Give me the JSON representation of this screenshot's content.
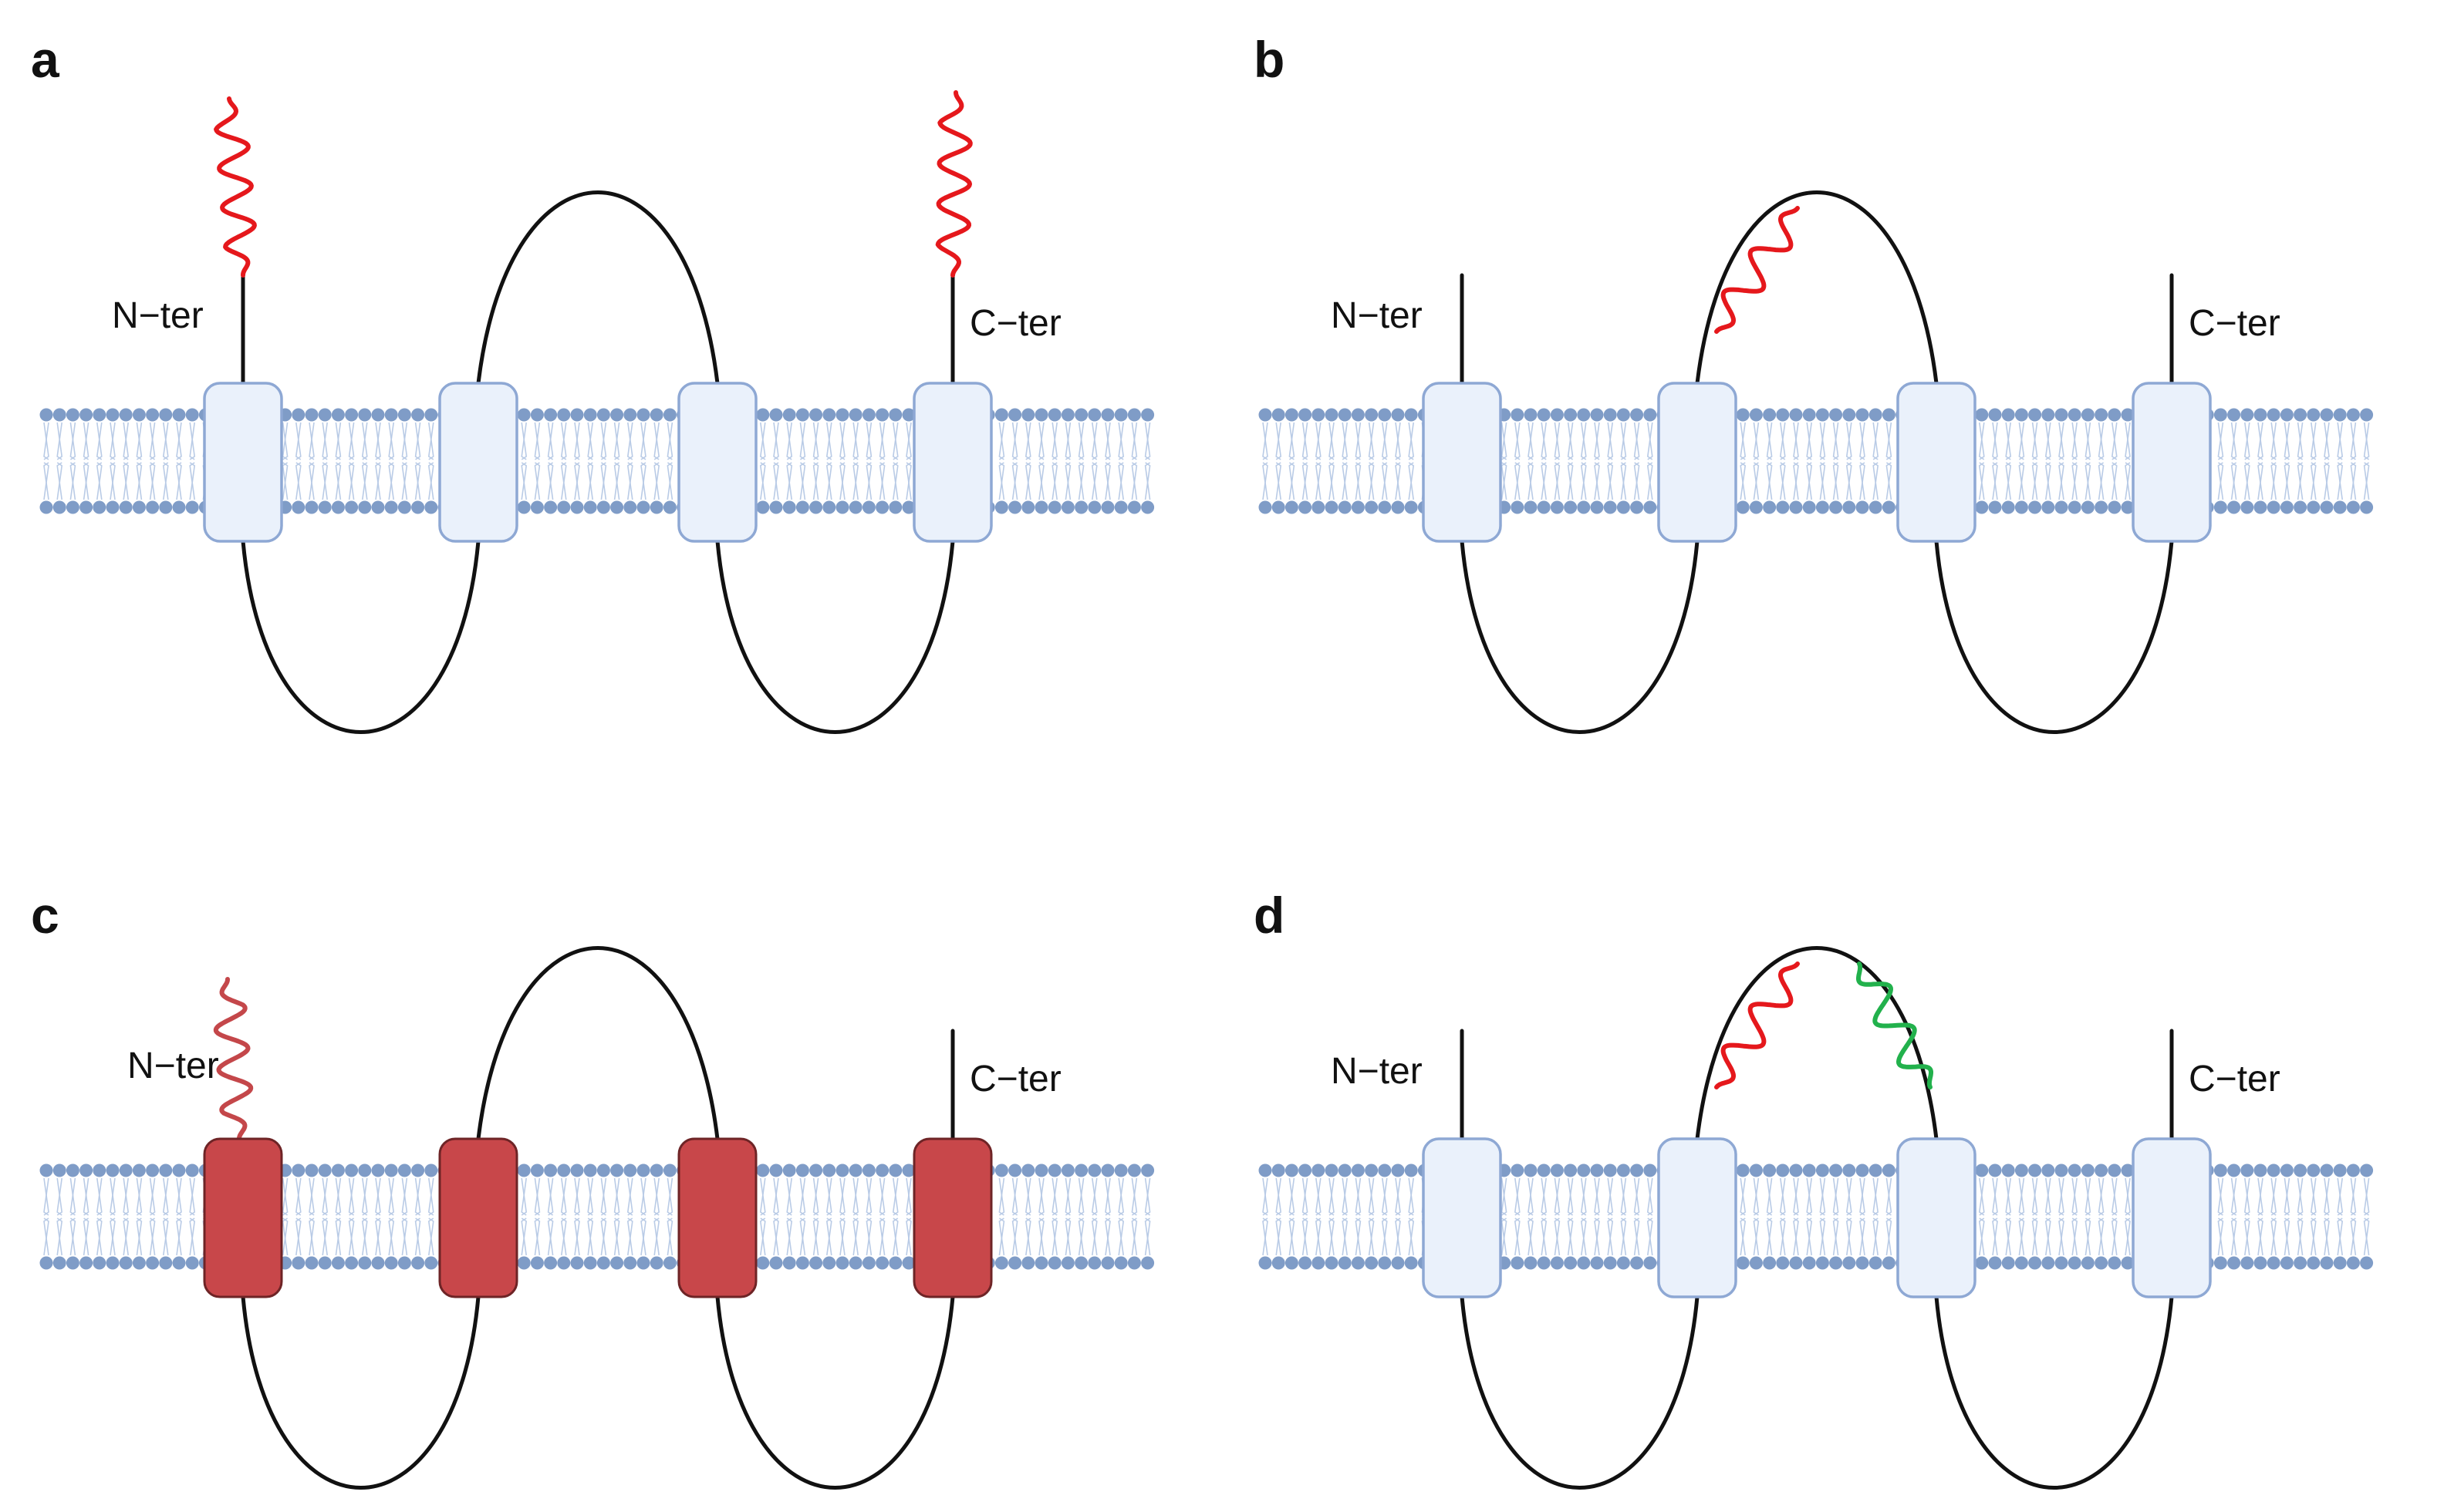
{
  "colors": {
    "lipid_head": "#7f9cc7",
    "lipid_tail": "#b9cbe6",
    "membrane_fill": "#e3ebf7",
    "tm_default_fill": "#eaf1fb",
    "tm_default_stroke": "#8ea8d4",
    "tm_highlight_fill": "#c8474a",
    "tm_highlight_stroke": "#6e2426",
    "chain": "#111111",
    "tag_red": "#e5181c",
    "tag_dark_red": "#c4474a",
    "tag_green": "#22b14c"
  },
  "panels": [
    {
      "letter": "a",
      "n_label": "N−ter",
      "c_label": "C−ter",
      "tm_highlighted": false,
      "tags": [
        {
          "site": "n_terminus",
          "color": "tag_red"
        },
        {
          "site": "c_terminus",
          "color": "tag_red"
        }
      ]
    },
    {
      "letter": "b",
      "n_label": "N−ter",
      "c_label": "C−ter",
      "tm_highlighted": false,
      "tags": [
        {
          "site": "extracellular_loop_left",
          "color": "tag_red"
        }
      ]
    },
    {
      "letter": "c",
      "n_label": "N−ter",
      "c_label": "C−ter",
      "tm_highlighted": true,
      "tags": [
        {
          "site": "n_terminus_thin",
          "color": "tag_dark_red"
        }
      ]
    },
    {
      "letter": "d",
      "n_label": "N−ter",
      "c_label": "C−ter",
      "tm_highlighted": false,
      "tags": [
        {
          "site": "extracellular_loop_left",
          "color": "tag_red"
        },
        {
          "site": "extracellular_loop_right",
          "color": "tag_green"
        }
      ]
    }
  ]
}
